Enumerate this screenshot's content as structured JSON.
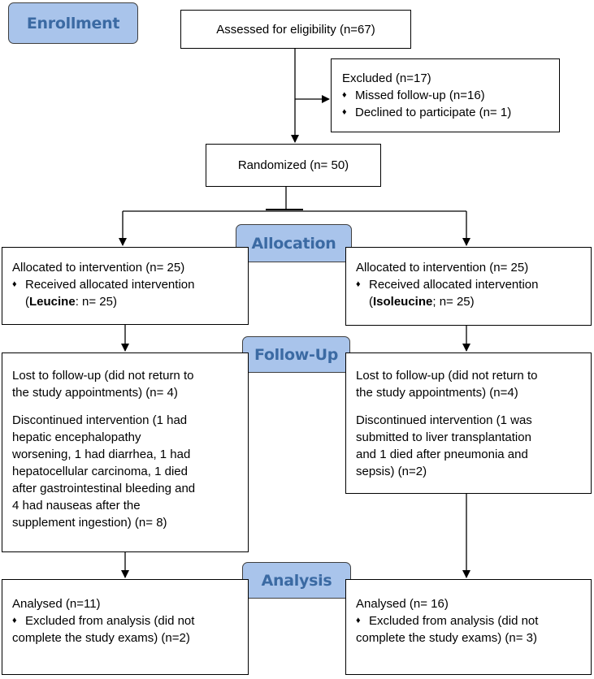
{
  "stages": {
    "enrollment": "Enrollment",
    "allocation": "Allocation",
    "follow_up": "Follow-Up",
    "analysis": "Analysis"
  },
  "assessed": "Assessed for eligibility (n=67)",
  "excluded": {
    "title": "Excluded (n=17)",
    "items": [
      "Missed follow-up (n=16)",
      "Declined to participate (n= 1)"
    ]
  },
  "randomized": "Randomized (n= 50)",
  "bullet_glyph": "♦",
  "left": {
    "allocation_title": "Allocated to intervention (n= 25)",
    "received": "Received allocated intervention",
    "group_open": "(",
    "group_name": "Leucine",
    "group_rest": ": n= 25)",
    "lost_line1": "Lost to follow-up (did not return to",
    "lost_line2": "the study appointments) (n= 4)",
    "disc_lines": [
      "Discontinued intervention (1 had",
      "hepatic encephalopathy",
      "worsening, 1 had diarrhea, 1 had",
      "hepatocellular carcinoma, 1 died",
      "after gastrointestinal bleeding and",
      "4 had nauseas after the",
      "supplement ingestion) (n= 8)"
    ],
    "analysed": "Analysed (n=11)",
    "excl_line1": "Excluded from analysis (did not",
    "excl_line2": "complete the study exams) (n=2)"
  },
  "right": {
    "allocation_title": "Allocated to intervention (n= 25)",
    "received": "Received allocated intervention",
    "group_open": "(",
    "group_name": "Isoleucine",
    "group_rest": "; n= 25)",
    "lost_line1": "Lost to follow-up (did not return to",
    "lost_line2": "the study appointments) (n=4)",
    "disc_lines": [
      "Discontinued intervention (1 was",
      "submitted to liver transplantation",
      "and 1 died after pneumonia and",
      "sepsis) (n=2)"
    ],
    "analysed": "Analysed (n= 16)",
    "excl_line1": "Excluded from analysis (did not",
    "excl_line2": "complete the study exams) (n= 3)"
  }
}
